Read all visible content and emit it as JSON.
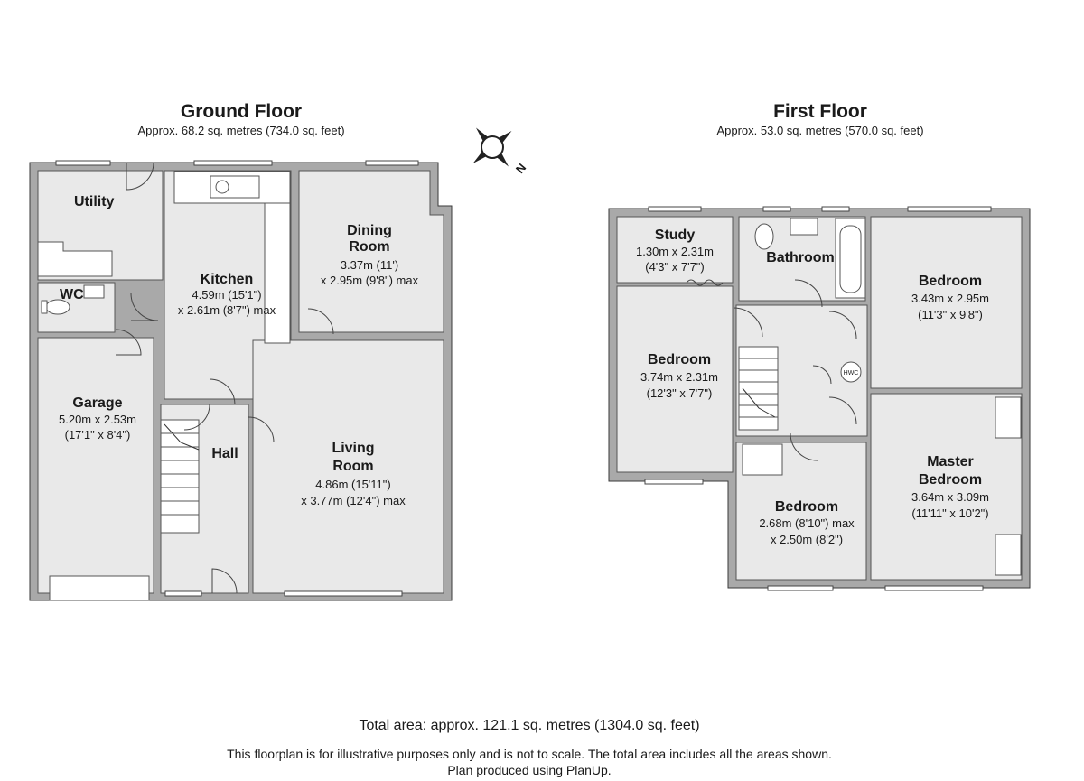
{
  "ground_floor": {
    "title": "Ground Floor",
    "area": "Approx.  68.2 sq. metres (734.0 sq. feet)",
    "rooms": {
      "utility": {
        "name": "Utility"
      },
      "wc": {
        "name": "WC"
      },
      "kitchen": {
        "name": "Kitchen",
        "dim1": "4.59m (15'1\")",
        "dim2": "x 2.61m (8'7\") max"
      },
      "dining": {
        "name1": "Dining",
        "name2": "Room",
        "dim1": "3.37m (11')",
        "dim2": "x 2.95m (9'8\") max"
      },
      "garage": {
        "name": "Garage",
        "dim1": "5.20m x 2.53m",
        "dim2": "(17'1\" x 8'4\")"
      },
      "hall": {
        "name": "Hall"
      },
      "living": {
        "name1": "Living",
        "name2": "Room",
        "dim1": "4.86m (15'11\")",
        "dim2": "x 3.77m (12'4\") max"
      }
    }
  },
  "first_floor": {
    "title": "First Floor",
    "area": "Approx.  53.0 sq. metres (570.0 sq. feet)",
    "rooms": {
      "study": {
        "name": "Study",
        "dim1": "1.30m x 2.31m",
        "dim2": "(4'3\" x 7'7\")"
      },
      "bathroom": {
        "name": "Bathroom"
      },
      "bedroom_ne": {
        "name": "Bedroom",
        "dim1": "3.43m x 2.95m",
        "dim2": "(11'3\" x 9'8\")"
      },
      "bedroom_w": {
        "name": "Bedroom",
        "dim1": "3.74m x 2.31m",
        "dim2": "(12'3\" x 7'7\")"
      },
      "master": {
        "name1": "Master",
        "name2": "Bedroom",
        "dim1": "3.64m x 3.09m",
        "dim2": "(11'11\" x 10'2\")"
      },
      "bedroom_s": {
        "name": "Bedroom",
        "dim1": "2.68m (8'10\") max",
        "dim2": "x 2.50m (8'2\")"
      },
      "hwc": {
        "label": "HWC"
      }
    }
  },
  "compass": {
    "label": "N"
  },
  "footer": {
    "total": "Total area: approx. 121.1 sq. metres (1304.0 sq. feet)",
    "disclaimer": "This floorplan is for illustrative purposes only and is not to scale. The total area includes all the areas shown.",
    "produced": "Plan produced using PlanUp."
  }
}
